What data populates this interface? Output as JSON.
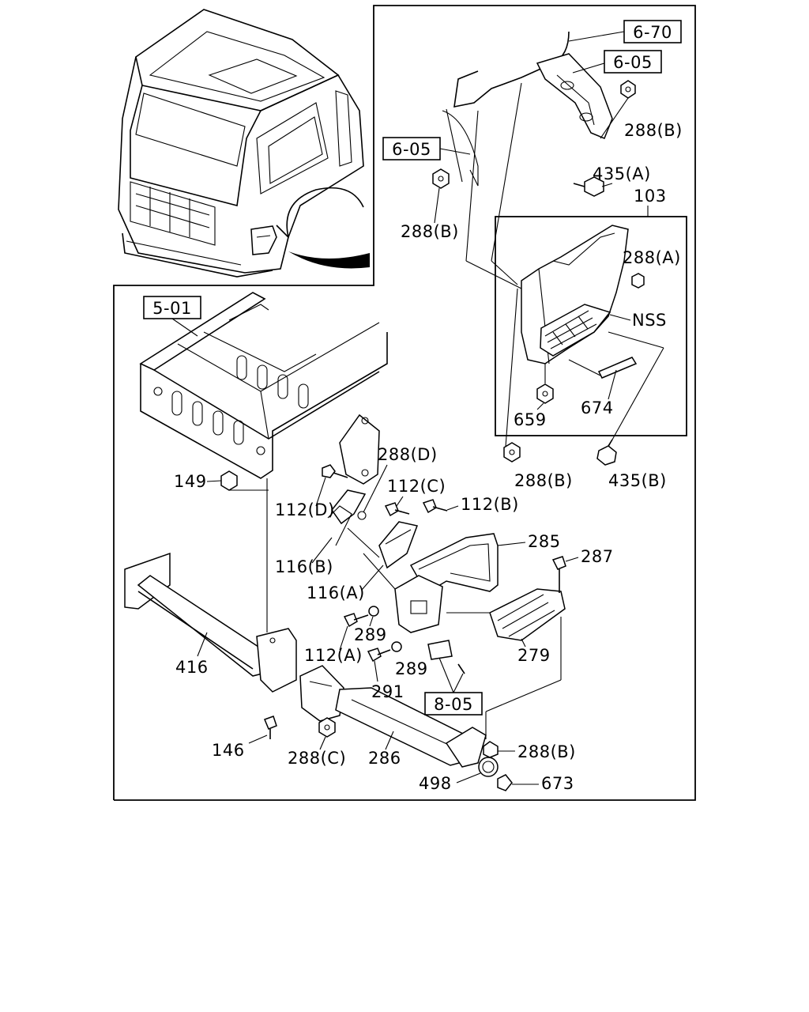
{
  "references": {
    "r6_70": "6-70",
    "r6_05_top": "6-05",
    "r6_05_left": "6-05",
    "r5_01": "5-01",
    "r8_05": "8-05"
  },
  "labels": {
    "l288B_1": "288(B)",
    "l288B_2": "288(B)",
    "l435A": "435(A)",
    "l103": "103",
    "l288A": "288(A)",
    "lNSS": "NSS",
    "l674": "674",
    "l659": "659",
    "l288B_3": "288(B)",
    "l435B": "435(B)",
    "l288D": "288(D)",
    "l149": "149",
    "l112D": "112(D)",
    "l112C": "112(C)",
    "l112B": "112(B)",
    "l285": "285",
    "l287": "287",
    "l116B": "116(B)",
    "l116A": "116(A)",
    "l289_1": "289",
    "l112A": "112(A)",
    "l279": "279",
    "l416": "416",
    "l289_2": "289",
    "l291": "291",
    "l146": "146",
    "l288C": "288(C)",
    "l286": "286",
    "l288B_4": "288(B)",
    "l498": "498",
    "l673": "673"
  }
}
